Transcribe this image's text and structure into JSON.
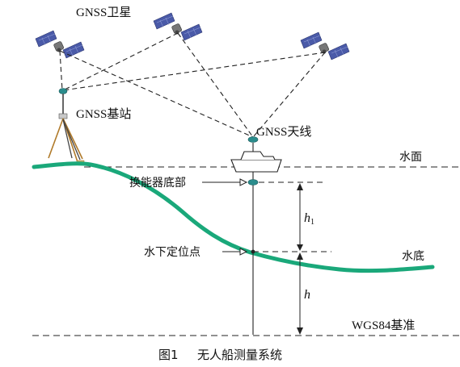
{
  "labels": {
    "satellites": "GNSS卫星",
    "base_station": "GNSS基站",
    "antenna": "GNSS天线",
    "water_surface": "水面",
    "transducer_bottom": "换能器底部",
    "underwater_point": "水下定位点",
    "seabed": "水底",
    "datum": "WGS84基准",
    "h1": "h",
    "h1_sub": "1",
    "h": "h"
  },
  "caption": {
    "figure_number": "图1",
    "title": "无人船测量系统"
  },
  "colors": {
    "seabed_line": "#1aa87a",
    "satellite_panel": "#4a5aa8",
    "line": "#222222"
  }
}
